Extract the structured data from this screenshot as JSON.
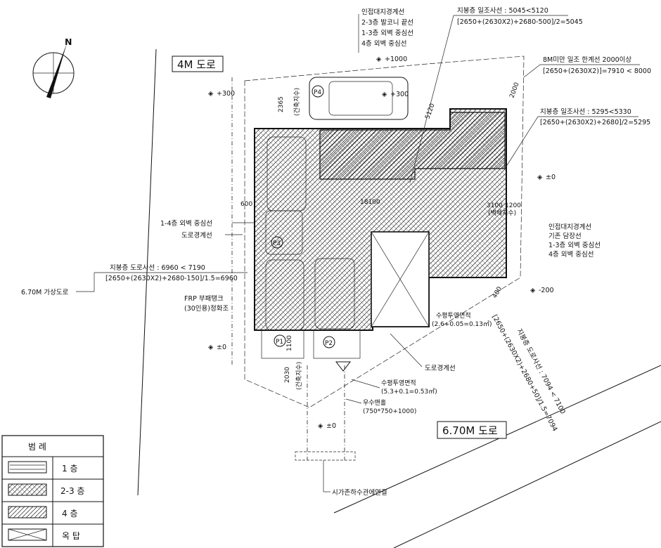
{
  "north": {
    "label": "N"
  },
  "roads": {
    "north_road": "4M 도로",
    "south_road": "6.70M 도로",
    "virtual_road": "6.70M 가상도로"
  },
  "levels": {
    "p_300": "+300",
    "p_1000": "+1000",
    "p_300b": "+300",
    "zero_e": "±0",
    "m200": "-200",
    "zero_w": "±0",
    "zero_s": "±0"
  },
  "top_labels": [
    "인접대지경계선",
    "2-3층 발코니 끝선",
    "1-3층 외벽 중심선",
    "4층 외벽 중심선"
  ],
  "right_labels": [
    "인접대지경계선",
    "기존 담장선",
    "1-3층 외벽 중심선",
    "4층 외벽 중심선"
  ],
  "left_labels": {
    "wall_center": "1-4층 외벽 중심선",
    "road_boundary": "도로경계선"
  },
  "daylight": {
    "line1_title": "지붕층 일조사선 : 5045<5120",
    "line1_formula": "[2650+(2630X2)+2680-500]/2=5045",
    "line2_title": "8M미만 일조 한계선 2000이상",
    "line2_formula": "[2650+(2630X2)]=7910 < 8000",
    "line3_title": "지붕층 일조사선 : 5295<5330",
    "line3_formula": "[2650+(2630X2)+2680]/2=5295"
  },
  "road_slant": {
    "west_title": "지붕층 도로사선 : 6960 < 7190",
    "west_formula": "[2650+(2630X2)+2680-150]/1.5=6960",
    "south_title": "지붕층 도로사선 : 7094 < 7100",
    "south_formula": "[2650+(2630X2)+2680+50]/1.5=7094"
  },
  "dims": {
    "d2365": "2365",
    "d5120": "5120",
    "d2000": "2000",
    "d600": "600",
    "d1200": "1200",
    "d3100": "3100",
    "d1100": "1100",
    "d2030": "2030",
    "d400": "400",
    "center": "18100",
    "small_a": "(건축지수)",
    "small_b": "(건축지수)",
    "small_c": "(벽체지수)"
  },
  "tank": {
    "line1": "FRP 부패탱크",
    "line2": "(30인용)정화조"
  },
  "water": {
    "area1": "수평투영면적",
    "area1_formula": "(2.6+0.05=0.13㎡)",
    "area2": "수평투영면적",
    "area2_formula": "(5.3+0.1=0.53㎡)",
    "drain": "우수맨홀",
    "drain_size": "(750*750+1000)",
    "road_boundary": "도로경계선",
    "sewer": "시가존하수관에연결"
  },
  "parking": [
    "P4",
    "P1",
    "P2",
    "P3"
  ],
  "legend": {
    "title": "범    례",
    "rows": [
      "1    층",
      "2-3  층",
      "4    층",
      "옥    탑"
    ]
  }
}
